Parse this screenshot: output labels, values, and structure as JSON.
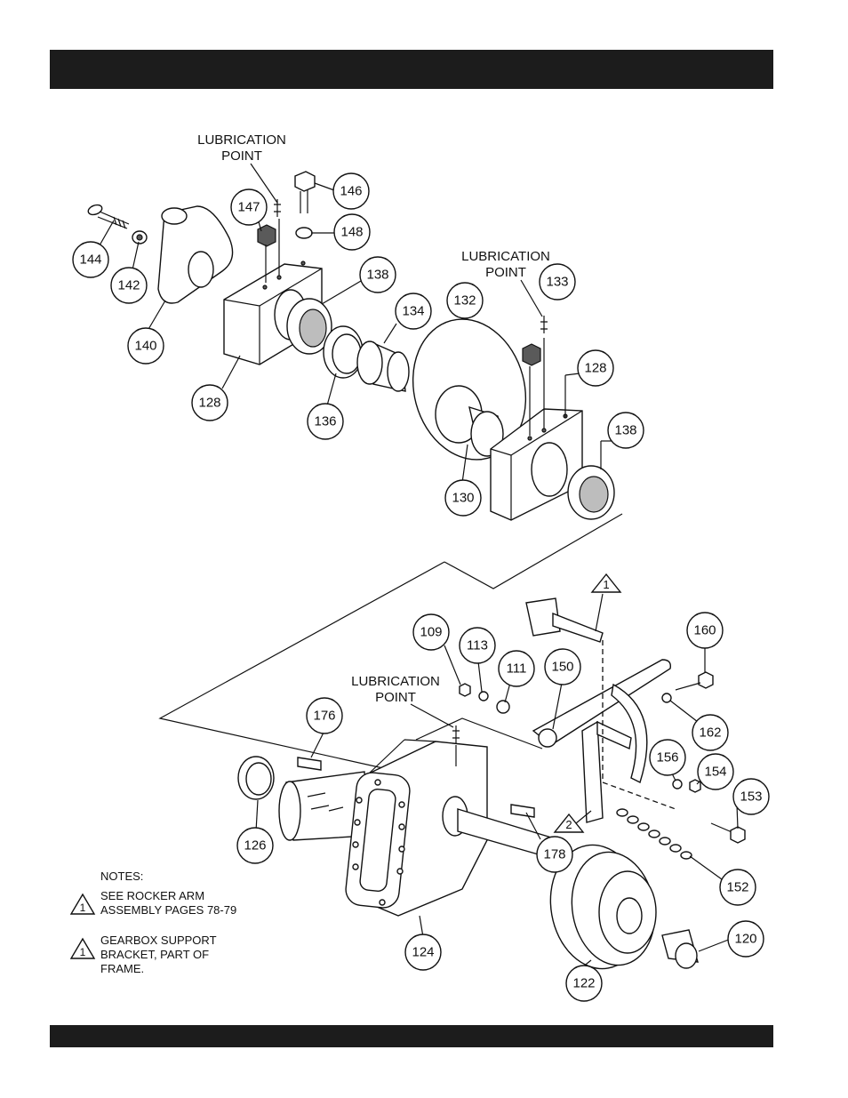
{
  "header": {
    "title": ""
  },
  "footer": {
    "text": ""
  },
  "lubrication_label": {
    "line1": "LUBRICATION",
    "line2": "POINT"
  },
  "callouts": [
    "144",
    "142",
    "147",
    "146",
    "148",
    "140",
    "128",
    "138",
    "136",
    "134",
    "132",
    "133",
    "130",
    "109",
    "113",
    "111",
    "150",
    "160",
    "162",
    "156",
    "154",
    "153",
    "152",
    "176",
    "126",
    "178",
    "124",
    "122",
    "120"
  ],
  "triangles": [
    "1",
    "2"
  ],
  "notes": {
    "heading": "NOTES:",
    "items": [
      {
        "marker": "1",
        "line1": "SEE ROCKER ARM",
        "line2": "ASSEMBLY PAGES 78-79",
        "line3": ""
      },
      {
        "marker": "1",
        "line1": "GEARBOX SUPPORT",
        "line2": "BRACKET, PART OF",
        "line3": "FRAME."
      }
    ]
  }
}
